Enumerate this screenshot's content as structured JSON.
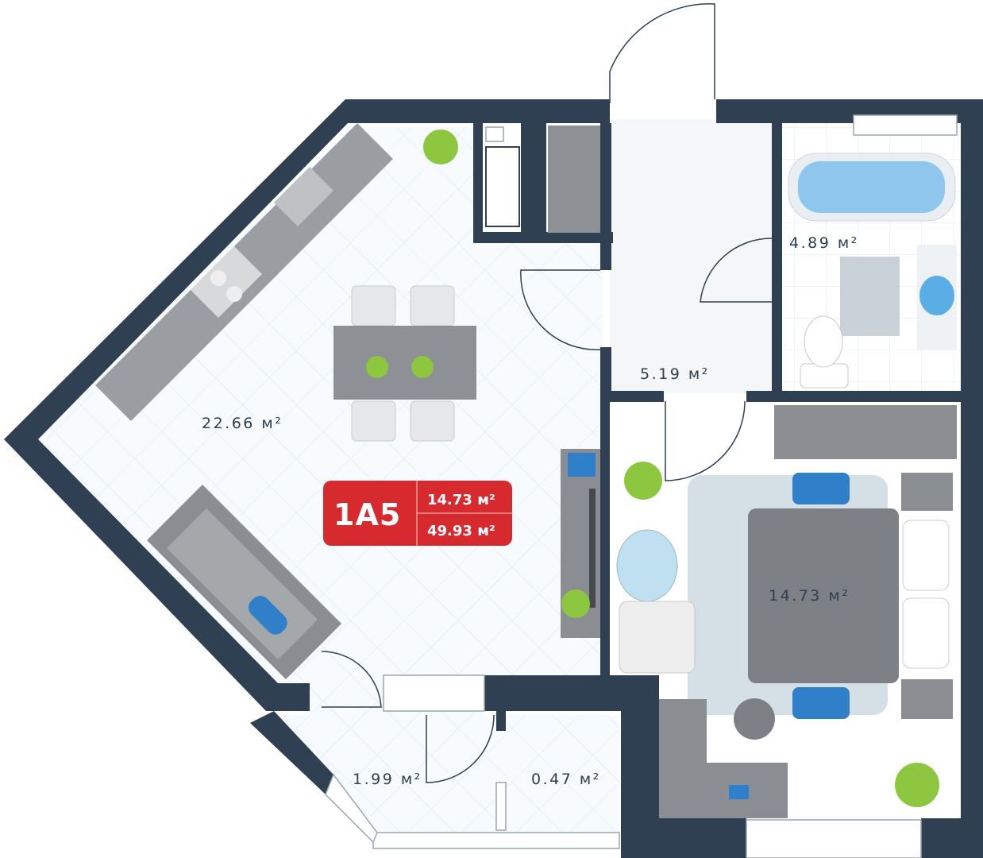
{
  "colors": {
    "wall": "#2e4052",
    "floor": "#f7fbfd",
    "grid": "#d9ecf4",
    "badge": "#d62a2f",
    "accent_blue": "#2f80c8",
    "furniture_gray": "#8a8d91"
  },
  "apartment": {
    "code": "1A5",
    "living_area": "14.73 м²",
    "total_area": "49.93 м²"
  },
  "rooms": [
    {
      "id": "kitchen-living",
      "area": "22.66 м²"
    },
    {
      "id": "hallway",
      "area": "5.19 м²"
    },
    {
      "id": "bathroom",
      "area": "4.89 м²"
    },
    {
      "id": "bedroom",
      "area": "14.73 м²"
    },
    {
      "id": "balcony",
      "area": "1.99 м²"
    },
    {
      "id": "storage",
      "area": "0.47 м²"
    }
  ]
}
